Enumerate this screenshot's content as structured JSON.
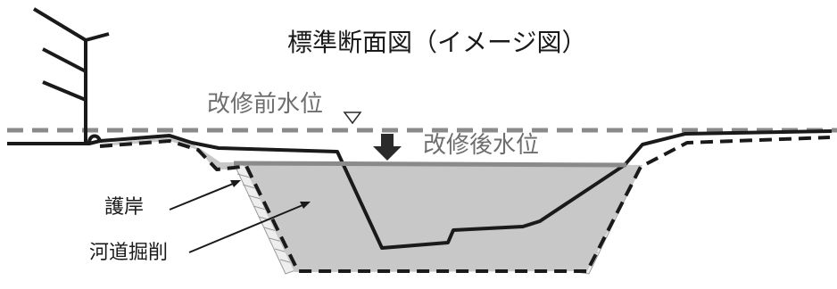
{
  "diagram": {
    "title": "標準断面図（イメージ図）",
    "labels": {
      "water_level_before": "改修前水位",
      "water_level_after": "改修後水位",
      "revetment": "護岸",
      "channel_excavation": "河道掘削"
    },
    "colors": {
      "excavation_fill": "#c8c8c8",
      "revetment_fill": "#eeeeee",
      "ground_line": "#1a1a1a",
      "water_line": "#8a8a8a",
      "label_gray": "#6e6e6e"
    }
  }
}
